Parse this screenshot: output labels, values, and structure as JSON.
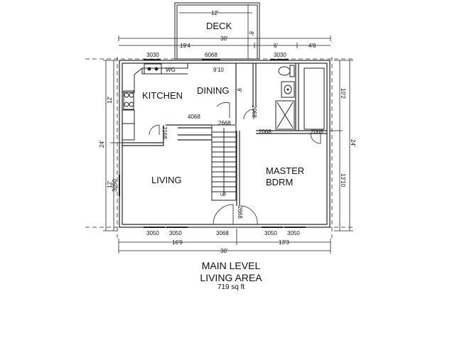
{
  "plan": {
    "rooms": {
      "deck": "DECK",
      "kitchen": "KITCHEN",
      "dining": "DINING",
      "living": "LIVING",
      "master_line1": "MASTER",
      "master_line2": "BDRM"
    },
    "fixtures": {
      "wg": "WG",
      "up": "UP"
    },
    "dimensions": {
      "deck_width": "12'",
      "deck_depth": "8'",
      "top_total": "30'",
      "top_left": "19'4",
      "top_mid": "6'",
      "top_right": "4'8",
      "dining_width": "9'10",
      "dining_depth": "9'",
      "left_total": "24'",
      "left_upper": "12'",
      "left_lower": "12'",
      "right_total": "24'",
      "right_upper": "10'2",
      "right_lower": "13'10",
      "bottom_left": "16'9",
      "bottom_right": "13'3",
      "bottom_total": "30'"
    },
    "windows": {
      "kitchen_top": "3030",
      "dining_top": "6068",
      "bath_top": "3030",
      "living_left": "3050",
      "living_bottom_1": "3050",
      "living_bottom_2": "3050",
      "bdrm_bottom_1": "3050",
      "bdrm_bottom_2": "3050"
    },
    "doors": {
      "pantry": "4068",
      "stair": "2668",
      "closet": "2168",
      "hall": "2068",
      "bath": "2068",
      "bdrm_closet": "2068",
      "entry": "3068",
      "bdrm_entry": "2668"
    }
  },
  "caption": {
    "line1": "MAIN LEVEL",
    "line2": "LIVING AREA",
    "area": "719 sq ft"
  }
}
